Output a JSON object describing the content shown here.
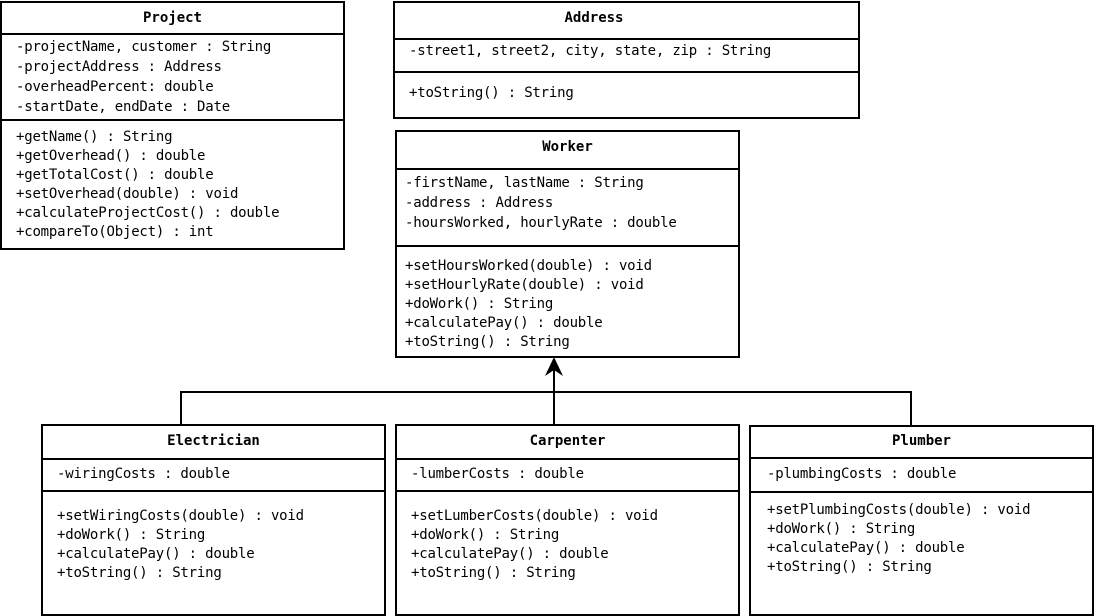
{
  "classes": {
    "project": {
      "name": "Project",
      "attributes": [
        "-projectName, customer : String",
        "-projectAddress : Address",
        "-overheadPercent: double",
        "-startDate, endDate : Date"
      ],
      "methods": [
        "+getName() : String",
        "+getOverhead() : double",
        "+getTotalCost() : double",
        "+setOverhead(double) : void",
        "+calculateProjectCost() : double",
        "+compareTo(Object) : int"
      ]
    },
    "address": {
      "name": "Address",
      "attributes": [
        "-street1, street2, city, state, zip : String"
      ],
      "methods": [
        "+toString() : String"
      ]
    },
    "worker": {
      "name": "Worker",
      "attributes": [
        "-firstName, lastName : String",
        "-address : Address",
        "-hoursWorked, hourlyRate : double"
      ],
      "methods": [
        "+setHoursWorked(double) : void",
        "+setHourlyRate(double) : void",
        "+doWork() : String",
        "+calculatePay() : double",
        "+toString() : String"
      ]
    },
    "electrician": {
      "name": "Electrician",
      "attributes": [
        "-wiringCosts : double"
      ],
      "methods": [
        "+setWiringCosts(double) : void",
        "+doWork() : String",
        "+calculatePay() : double",
        "+toString() : String"
      ]
    },
    "carpenter": {
      "name": "Carpenter",
      "attributes": [
        "-lumberCosts : double"
      ],
      "methods": [
        "+setLumberCosts(double) : void",
        "+doWork() : String",
        "+calculatePay() : double",
        "+toString() : String"
      ]
    },
    "plumber": {
      "name": "Plumber",
      "attributes": [
        "-plumbingCosts : double"
      ],
      "methods": [
        "+setPlumbingCosts(double) : void",
        "+doWork() : String",
        "+calculatePay() : double",
        "+toString() : String"
      ]
    }
  },
  "relationships": [
    {
      "type": "inheritance",
      "from": "Electrician",
      "to": "Worker"
    },
    {
      "type": "inheritance",
      "from": "Carpenter",
      "to": "Worker"
    },
    {
      "type": "inheritance",
      "from": "Plumber",
      "to": "Worker"
    }
  ]
}
